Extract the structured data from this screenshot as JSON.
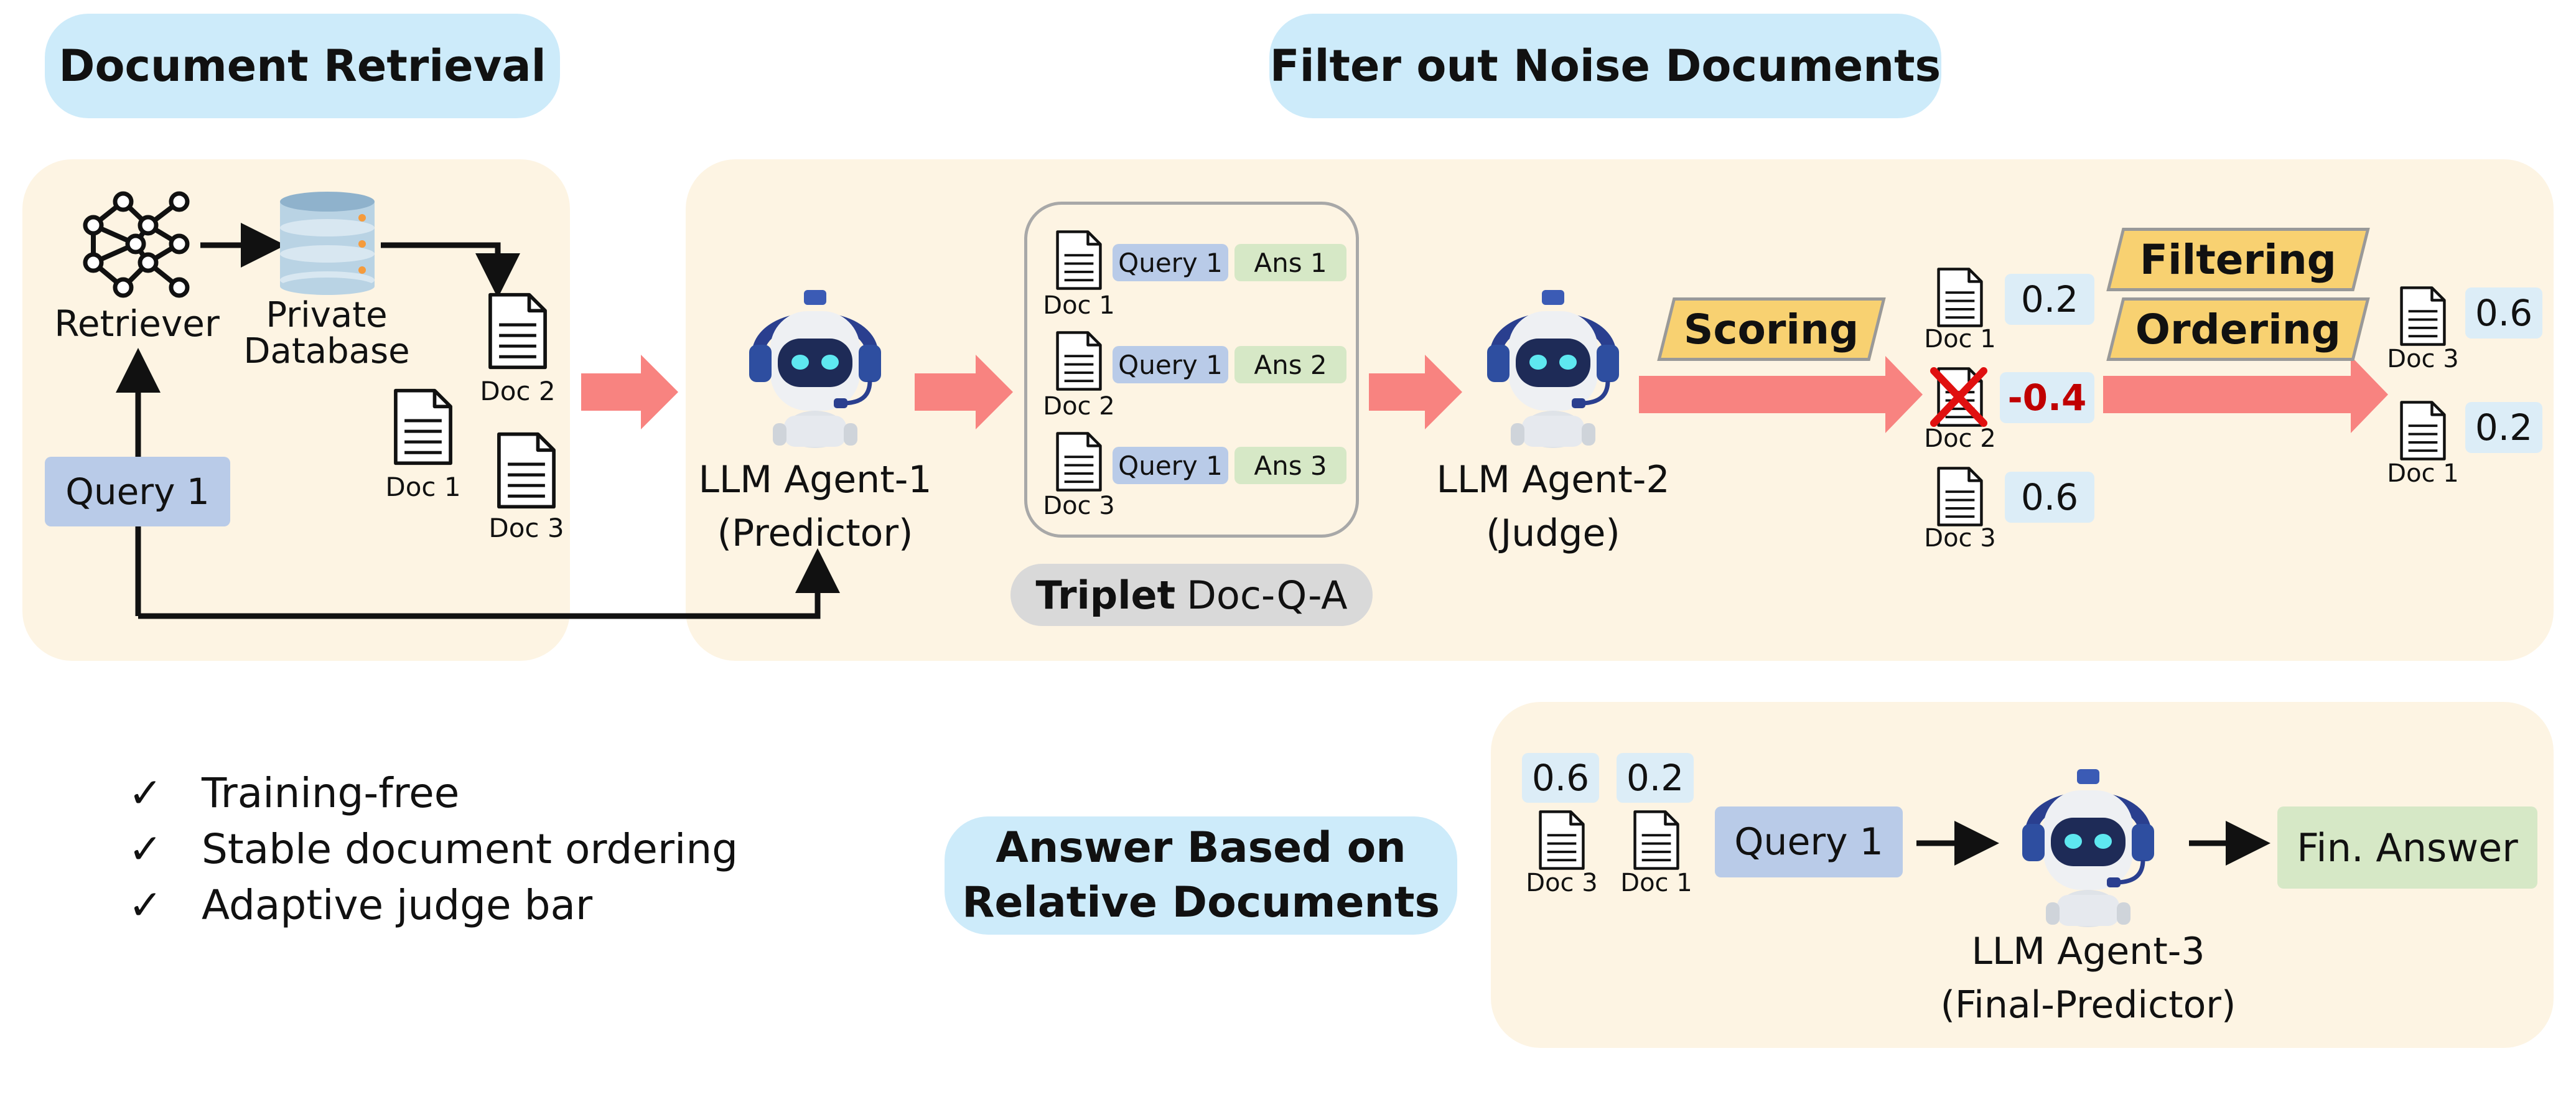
{
  "headers": {
    "retrieval": "Document Retrieval",
    "filter": "Filter out Noise Documents",
    "answer_line1": "Answer Based on",
    "answer_line2": "Relative Documents"
  },
  "retrieval": {
    "retriever_label": "Retriever",
    "database_label": "Private Database",
    "docs": [
      "Doc 2",
      "Doc 1",
      "Doc 3"
    ],
    "query": "Query 1"
  },
  "agent1": {
    "name": "LLM Agent-1",
    "role": "(Predictor)"
  },
  "triplets": {
    "rows": [
      {
        "doc": "Doc 1",
        "query": "Query 1",
        "answer": "Ans 1"
      },
      {
        "doc": "Doc 2",
        "query": "Query 1",
        "answer": "Ans 2"
      },
      {
        "doc": "Doc 3",
        "query": "Query 1",
        "answer": "Ans 3"
      }
    ],
    "caption_bold": "Triplet",
    "caption_rest": "Doc-Q-A"
  },
  "agent2": {
    "name": "LLM Agent-2",
    "role": "(Judge)"
  },
  "scoring": {
    "label": "Scoring",
    "docs": [
      {
        "doc": "Doc 1",
        "score": "0.2"
      },
      {
        "doc": "Doc 2",
        "score": "-0.4"
      },
      {
        "doc": "Doc 3",
        "score": "0.6"
      }
    ],
    "negative_color": "#c00000"
  },
  "ordering": {
    "filter_label": "Filtering",
    "order_label": "Ordering",
    "docs": [
      {
        "doc": "Doc 3",
        "score": "0.6"
      },
      {
        "doc": "Doc 1",
        "score": "0.2"
      }
    ]
  },
  "final": {
    "docs": [
      {
        "doc": "Doc 3",
        "score": "0.6"
      },
      {
        "doc": "Doc 1",
        "score": "0.2"
      }
    ],
    "query": "Query 1",
    "agent_name": "LLM Agent-3",
    "agent_role": "(Final-Predictor)",
    "answer": "Fin. Answer"
  },
  "features": [
    "Training-free",
    "Stable document ordering",
    "Adaptive judge bar"
  ],
  "colors": {
    "pill": "#cdebfa",
    "panel": "#fdf4e3",
    "arrow": "#f88380",
    "banner": "#f8d171",
    "query_tag": "#b9cbe8",
    "answer_tag": "#d6e8c6"
  }
}
